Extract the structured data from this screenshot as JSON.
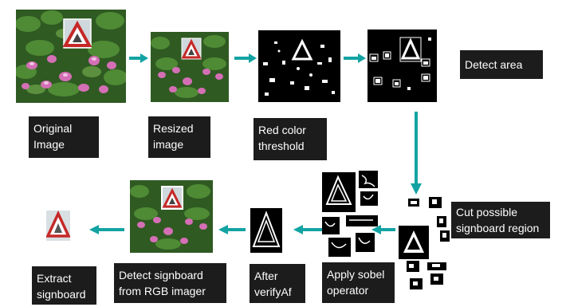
{
  "colors": {
    "label_bg": "#1c1c1c",
    "label_text": "#ffffff",
    "arrow": "#13a3a3",
    "leaf_green": "#3a6b2a",
    "flower_pink": "#d46fb5",
    "sign_red": "#c62828"
  },
  "labels": {
    "original_image": "Original\nImage",
    "resized_image": "Resized\nimage",
    "red_color_threshold": "Red color\nthreshold",
    "detect_area": "Detect area",
    "cut_possible_signboard_region": "Cut  possible\nsignboard region",
    "apply_sobel_operator": "Apply sobel\noperator",
    "after_verifyaf": "After\nverifyAf",
    "detect_signboard_from_rgb": "Detect signboard\nfrom RGB  imager",
    "extract_signboard": "Extract\nsignboard"
  }
}
